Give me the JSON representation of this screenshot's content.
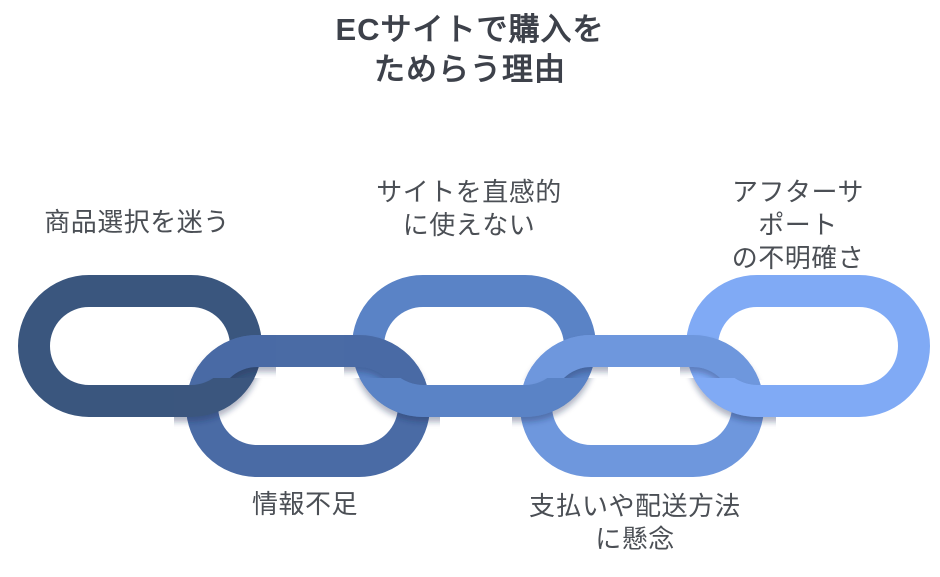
{
  "title": {
    "text": "ECサイトで購入を\nためらう理由"
  },
  "chain": {
    "items": [
      {
        "id": 1,
        "label": "商品選択を迷う",
        "color": "#3a567e",
        "label_position": "top"
      },
      {
        "id": 2,
        "label": "情報不足",
        "color": "#4a6ba5",
        "label_position": "bottom"
      },
      {
        "id": 3,
        "label": "サイトを直感的\nに使えない",
        "color": "#5a83c6",
        "label_position": "top"
      },
      {
        "id": 4,
        "label": "支払いや配送方法\nに懸念",
        "color": "#6e97dd",
        "label_position": "bottom"
      },
      {
        "id": 5,
        "label": "アフターサポート\nの不明確さ",
        "color": "#80aaf5",
        "label_position": "top"
      }
    ],
    "shadow_color": "#1c2f52"
  },
  "theme": {
    "title_color": "#3d414a",
    "label_color": "#4b4f55",
    "background": "#ffffff"
  }
}
